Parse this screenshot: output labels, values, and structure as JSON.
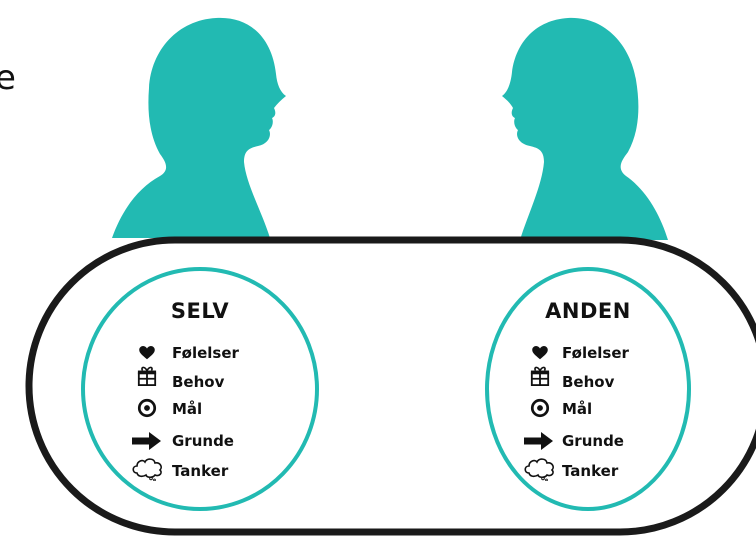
{
  "edge_fragment": "e",
  "colors": {
    "teal": "#22bab2",
    "outline": "#1a1a1a",
    "text": "#111111",
    "background": "#ffffff"
  },
  "panels": [
    {
      "title": "SELV",
      "items": [
        {
          "icon": "heart-icon",
          "label": "Følelser"
        },
        {
          "icon": "gift-icon",
          "label": "Behov"
        },
        {
          "icon": "target-icon",
          "label": "Mål"
        },
        {
          "icon": "arrow-right-icon",
          "label": "Grunde"
        },
        {
          "icon": "thought-cloud-icon",
          "label": "Tanker"
        }
      ]
    },
    {
      "title": "ANDEN",
      "items": [
        {
          "icon": "heart-icon",
          "label": "Følelser"
        },
        {
          "icon": "gift-icon",
          "label": "Behov"
        },
        {
          "icon": "target-icon",
          "label": "Mål"
        },
        {
          "icon": "arrow-right-icon",
          "label": "Grunde"
        },
        {
          "icon": "thought-cloud-icon",
          "label": "Tanker"
        }
      ]
    }
  ]
}
